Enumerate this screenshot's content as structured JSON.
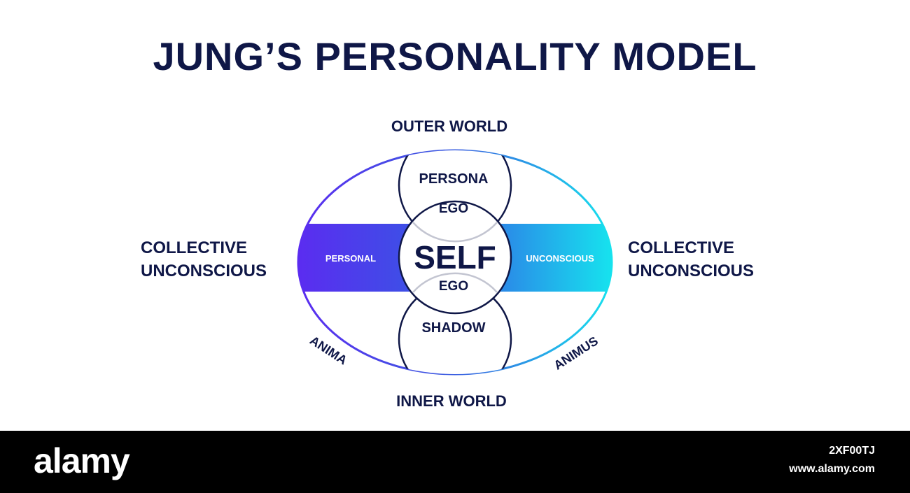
{
  "title": "JUNG’S PERSONALITY MODEL",
  "labels": {
    "outer_world": "OUTER WORLD",
    "inner_world": "INNER WORLD",
    "collective_left_line1": "COLLECTIVE",
    "collective_left_line2": "UNCONSCIOUS",
    "collective_right_line1": "COLLECTIVE",
    "collective_right_line2": "UNCONSCIOUS",
    "anima": "ANIMA",
    "animus": "ANIMUS",
    "persona": "PERSONA",
    "ego_top": "EGO",
    "self": "SELF",
    "ego_bottom": "EGO",
    "shadow": "SHADOW",
    "personal": "PERSONAL",
    "unconscious": "UNCONSCIOUS"
  },
  "footer": {
    "logo": "alamy",
    "image_id": "2XF00TJ",
    "url": "www.alamy.com"
  },
  "colors": {
    "navy": "#0f1747",
    "gradient_start": "#5b2cf0",
    "gradient_mid": "#3a5ee0",
    "gradient_end": "#16e3ee",
    "background": "#ffffff",
    "footer_bg": "#000000"
  }
}
